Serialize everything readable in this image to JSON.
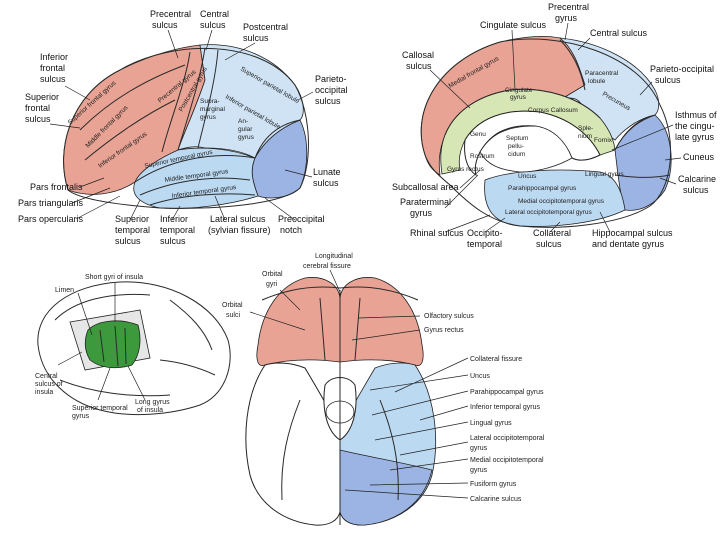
{
  "colors": {
    "frontal": "#e8a394",
    "parietal": "#cfe3f5",
    "temporal": "#bcd9f2",
    "occipital": "#9cb4e3",
    "limbic": "#d6e6b5",
    "insula": "#3c9a3c",
    "outline": "#222222"
  },
  "lateral": {
    "labels": {
      "precentral_sulcus": [
        "Precentral",
        "sulcus"
      ],
      "central_sulcus": [
        "Central",
        "sulcus"
      ],
      "postcentral_sulcus": [
        "Postcentral",
        "sulcus"
      ],
      "inferior_frontal_sulcus": [
        "Inferior",
        "frontal",
        "sulcus"
      ],
      "superior_frontal_sulcus": [
        "Superior",
        "frontal",
        "sulcus"
      ],
      "parieto_occipital_sulcus": [
        "Parieto-",
        "occipital",
        "sulcus"
      ],
      "lunate_sulcus": [
        "Lunate",
        "sulcus"
      ],
      "pars_frontalis": "Pars frontalis",
      "pars_triangularis": "Pars triangularis",
      "pars_opercularis": "Pars opercularis",
      "superior_temporal_sulcus": [
        "Superior",
        "temporal",
        "sulcus"
      ],
      "inferior_temporal_sulcus": [
        "Inferior",
        "temporal",
        "sulcus"
      ],
      "lateral_sulcus": [
        "Lateral sulcus",
        "(sylvian fissure)"
      ],
      "preoccipital_notch": [
        "Preoccipital",
        "notch"
      ]
    },
    "inner": {
      "superior_frontal_gyrus": "Superior frontal gyrus",
      "middle_frontal_gyrus": "Middle frontal gyrus",
      "inferior_frontal_gyrus": "Inferior frontal gyrus",
      "precentral_gyrus": "Precentral gyrus",
      "postcentral_gyrus": "Postcentral gyrus",
      "superior_parietal_lobule": "Superior parietal lobule",
      "supramarginal_gyrus": [
        "Supra-",
        "marginal",
        "gyrus"
      ],
      "inferior_parietal_lobule": "Inferior parietal lobule",
      "angular_gyrus": [
        "An-",
        "gular",
        "gyrus"
      ],
      "superior_temporal_gyrus": "Superior temporal gyrus",
      "middle_temporal_gyrus": "Middle temporal gyrus",
      "inferior_temporal_gyrus": "Inferior temporal gyrus"
    }
  },
  "medial": {
    "labels": {
      "precentral_gyrus": [
        "Precentral",
        "gyrus"
      ],
      "cingulate_sulcus": "Cingulate sulcus",
      "central_sulcus": "Central sulcus",
      "callosal_sulcus": [
        "Callosal",
        "sulcus"
      ],
      "parieto_occipital_sulcus": [
        "Parieto-occipital",
        "sulcus"
      ],
      "isthmus": [
        "Isthmus of",
        "the cingu-",
        "late gyrus"
      ],
      "cuneus": "Cuneus",
      "calcarine_sulcus": [
        "Calcarine",
        "sulcus"
      ],
      "subcallosal_area": "Subcallosal area",
      "paraterminal_gyrus": [
        "Paraterminal",
        "gyrus"
      ],
      "rhinal_sulcus": "Rhinal sulcus",
      "occipitotemporal_sulcus": [
        "Occipito-",
        "temporal"
      ],
      "collateral_sulcus": [
        "Collateral",
        "sulcus"
      ],
      "hippocampal_sulcus": [
        "Hippocampal sulcus",
        "and dentate gyrus"
      ]
    },
    "inner": {
      "medial_frontal_gyrus": "Medial frontal gyrus",
      "paracentral_lobule": [
        "Paracentral",
        "lobule"
      ],
      "precuneus": "Precuneus",
      "cingulate_gyrus": [
        "Cingulate",
        "gyrus"
      ],
      "corpus_callosum": "Corpus Callosum",
      "genu": "Genu",
      "rostrum": "Rostrum",
      "septum": [
        "Septum",
        "pellu-",
        "cidum"
      ],
      "splenium": [
        "Sple-",
        "nium"
      ],
      "fornix": "Fornix",
      "gyrus_rectus": "Gyrus rectus",
      "uncus": "Uncus",
      "parahippocampal": "Parahippocampal gyrus",
      "lingual": "Lingual gyrus",
      "medial_occipitotemporal": "Medial occipitotemporal gyrus",
      "lateral_occipitotemporal": "Lateral occipitotemporal gyrus"
    }
  },
  "insula": {
    "labels": {
      "short_gyri": "Short gyri of insula",
      "limen": "Limen",
      "central_sulcus_insula": [
        "Central",
        "sulcus of",
        "insula"
      ],
      "superior_temporal": [
        "Superior temporal",
        "gyrus"
      ],
      "long_gyrus": [
        "Long gyrus",
        "of insula"
      ]
    }
  },
  "basal": {
    "labels": {
      "longitudinal_fissure": [
        "Longitudinal",
        "cerebral fissure"
      ],
      "orbital_gyri": [
        "Orbital",
        "gyri"
      ],
      "orbital_sulci": [
        "Orbital",
        "sulci"
      ],
      "olfactory_sulcus": "Olfactory sulcus",
      "gyrus_rectus": "Gyrus rectus",
      "right": [
        "Collateral fissure",
        "Uncus",
        "Parahippocampal gyrus",
        "Inferior temporal gyrus",
        "Lingual gyrus",
        "Lateral occipitotemporal",
        "gyrus",
        "Medial occipitotemporal",
        "gyrus",
        "Fusiform gyrus",
        "Calcarine sulcus"
      ]
    }
  }
}
